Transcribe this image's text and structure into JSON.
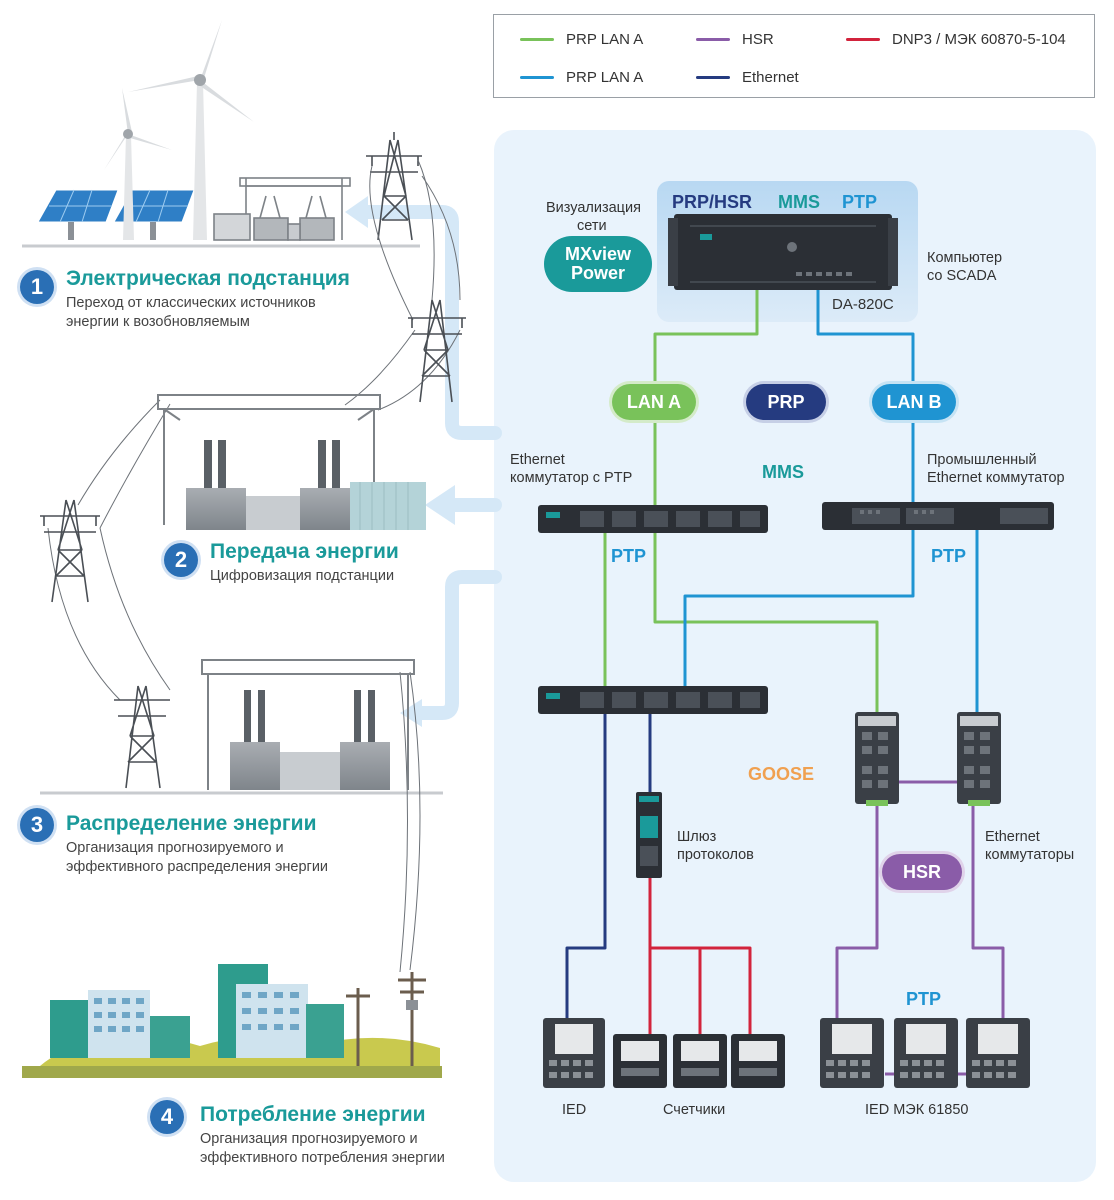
{
  "legend": {
    "items": [
      {
        "label": "PRP LAN A",
        "color": "#79c25a"
      },
      {
        "label": "HSR",
        "color": "#8a5ca8"
      },
      {
        "label": "DNP3 / МЭК 60870-5-104",
        "color": "#d2233c"
      },
      {
        "label": "PRP LAN A",
        "color": "#1f94d2"
      },
      {
        "label": "Ethernet",
        "color": "#253b80"
      }
    ]
  },
  "stages": [
    {
      "num": "1",
      "title": "Электрическая подстанция",
      "desc1": "Переход от классических источников",
      "desc2": "энергии к возобновляемым"
    },
    {
      "num": "2",
      "title": "Передача энергии",
      "desc1": "Цифровизация подстанции",
      "desc2": ""
    },
    {
      "num": "3",
      "title": "Распределение энергии",
      "desc1": "Организация прогнозируемого и",
      "desc2": "эффективного распределения энергии"
    },
    {
      "num": "4",
      "title": "Потребление энергии",
      "desc1": "Организация прогнозируемого и",
      "desc2": "эффективного потребления энергии"
    }
  ],
  "scada": {
    "viz_line1": "Визуализация",
    "viz_line2": "сети",
    "mxview_line1": "MXview",
    "mxview_line2": "Power",
    "proto_prphsr": "PRP/HSR",
    "proto_mms": "MMS",
    "proto_ptp": "PTP",
    "computer_line1": "Компьютер",
    "computer_line2": "со SCADA",
    "model": "DA-820C"
  },
  "network": {
    "lan_a": "LAN A",
    "prp": "PRP",
    "lan_b": "LAN B",
    "switch_ptp_line1": "Ethernet",
    "switch_ptp_line2": "коммутатор с PTP",
    "mms": "MMS",
    "industrial_line1": "Промышленный",
    "industrial_line2": "Ethernet коммутатор",
    "ptp_left": "PTP",
    "ptp_right": "PTP",
    "goose": "GOOSE",
    "gateway_line1": "Шлюз",
    "gateway_line2": "протоколов",
    "eth_switches_line1": "Ethernet",
    "eth_switches_line2": "коммутаторы",
    "hsr": "HSR",
    "ptp_bottom": "PTP",
    "ied": "IED",
    "meters": "Счетчики",
    "ied_iec": "IED МЭК 61850"
  },
  "colors": {
    "green": "#79c25a",
    "blue": "#1f94d2",
    "navy": "#253b80",
    "purple": "#8a5ca8",
    "red": "#d2233c",
    "teal": "#1a9a9a",
    "orange": "#f0a050",
    "panel": "#e9f3fc"
  }
}
